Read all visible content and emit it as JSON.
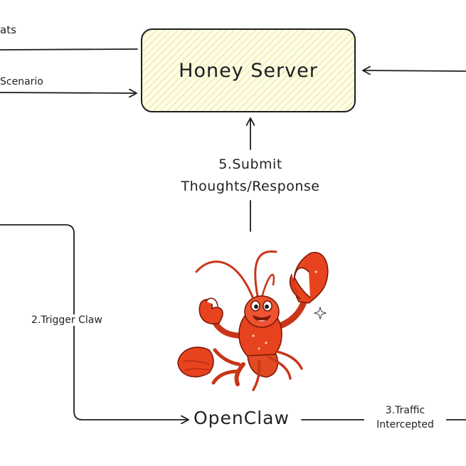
{
  "diagram": {
    "server": {
      "title": "Honey Server"
    },
    "labels": {
      "stats_partial": "ats",
      "scenario_partial": "Scenario",
      "submit_line1": "5.Submit",
      "submit_line2": "Thoughts/Response",
      "trigger": "2.Trigger Claw",
      "openclaw": "OpenClaw",
      "traffic_line1": "3.Traffic",
      "traffic_line2": "Intercepted"
    },
    "mascot": {
      "icon": "lobster-icon"
    },
    "colors": {
      "box_fill": "#fdfde8",
      "box_hatch": "#e8d86e",
      "stroke": "#1e1e1e",
      "lobster_body": "#e8431f",
      "lobster_shade": "#b82a10"
    }
  }
}
